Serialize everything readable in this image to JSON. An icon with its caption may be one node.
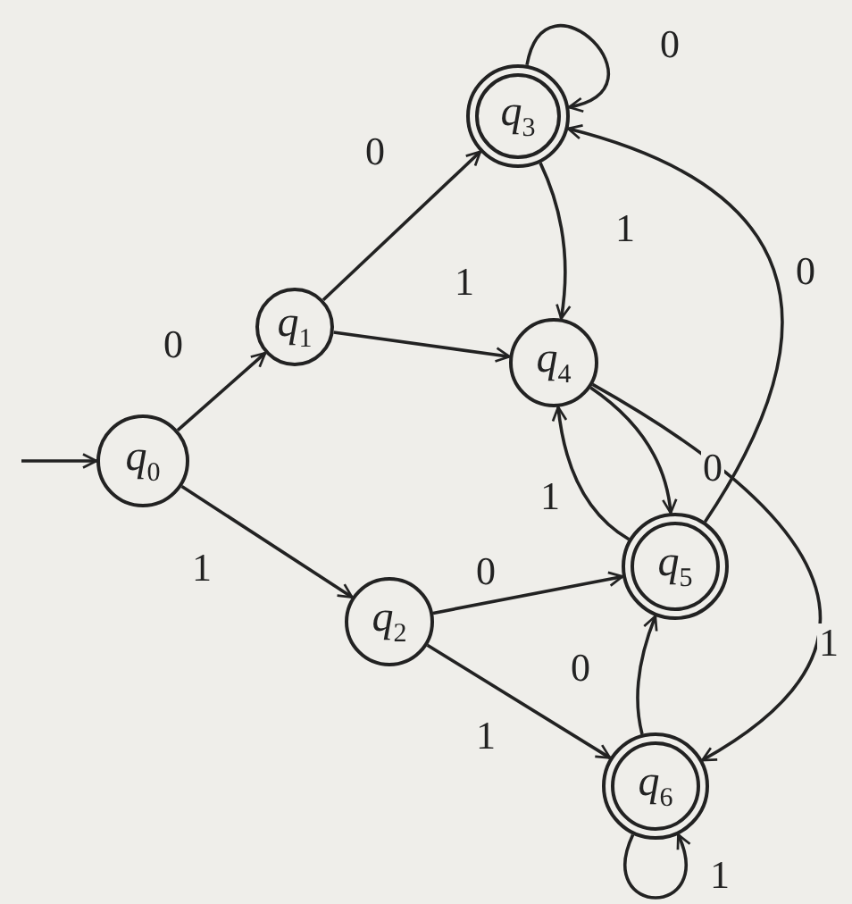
{
  "diagram": {
    "nodes": [
      {
        "text": [
          "*q*$_{0}$"
        ]
      },
      {
        "text": [
          "*q*$_{1}$"
        ]
      },
      {
        "text": [
          "*q*$_{2}$"
        ]
      },
      {
        "text": [
          "*q*$_{3}$"
        ]
      },
      {
        "text": [
          "*q*$_{4}$"
        ]
      },
      {
        "text": [
          "*q*$_{5}$"
        ]
      },
      {
        "text": [
          "*q*$_{6}$"
        ]
      }
    ],
    "edges": [
      {
        "from": null,
        "to": 0,
        "arrow": "to"
      },
      {
        "from": 0,
        "to": 1,
        "arrow": "to",
        "label": "0"
      },
      {
        "from": 0,
        "to": 2,
        "arrow": "to",
        "label": "1"
      },
      {
        "from": 1,
        "to": 3,
        "arrow": "to",
        "label": "0"
      },
      {
        "from": 1,
        "to": 4,
        "arrow": "to",
        "label": "1"
      },
      {
        "from": 3,
        "to": 3,
        "arrow": "to",
        "label": "0"
      },
      {
        "from": 3,
        "to": 4,
        "arrow": "to",
        "label": "1"
      },
      {
        "from": 5,
        "to": 3,
        "arrow": "to",
        "label": "0"
      },
      {
        "from": 4,
        "to": 5,
        "arrow": "to",
        "label": "0"
      },
      {
        "from": 5,
        "to": 4,
        "arrow": "to",
        "label": "1"
      },
      {
        "from": 4,
        "to": 6,
        "arrow": "to",
        "label": "1"
      },
      {
        "from": 2,
        "to": 5,
        "arrow": "to",
        "label": "0"
      },
      {
        "from": 2,
        "to": 6,
        "arrow": "to",
        "label": "1"
      },
      {
        "from": 6,
        "to": 5,
        "arrow": "to",
        "label": "0"
      },
      {
        "from": 6,
        "to": 6,
        "arrow": "to",
        "label": "1"
      }
    ]
  }
}
